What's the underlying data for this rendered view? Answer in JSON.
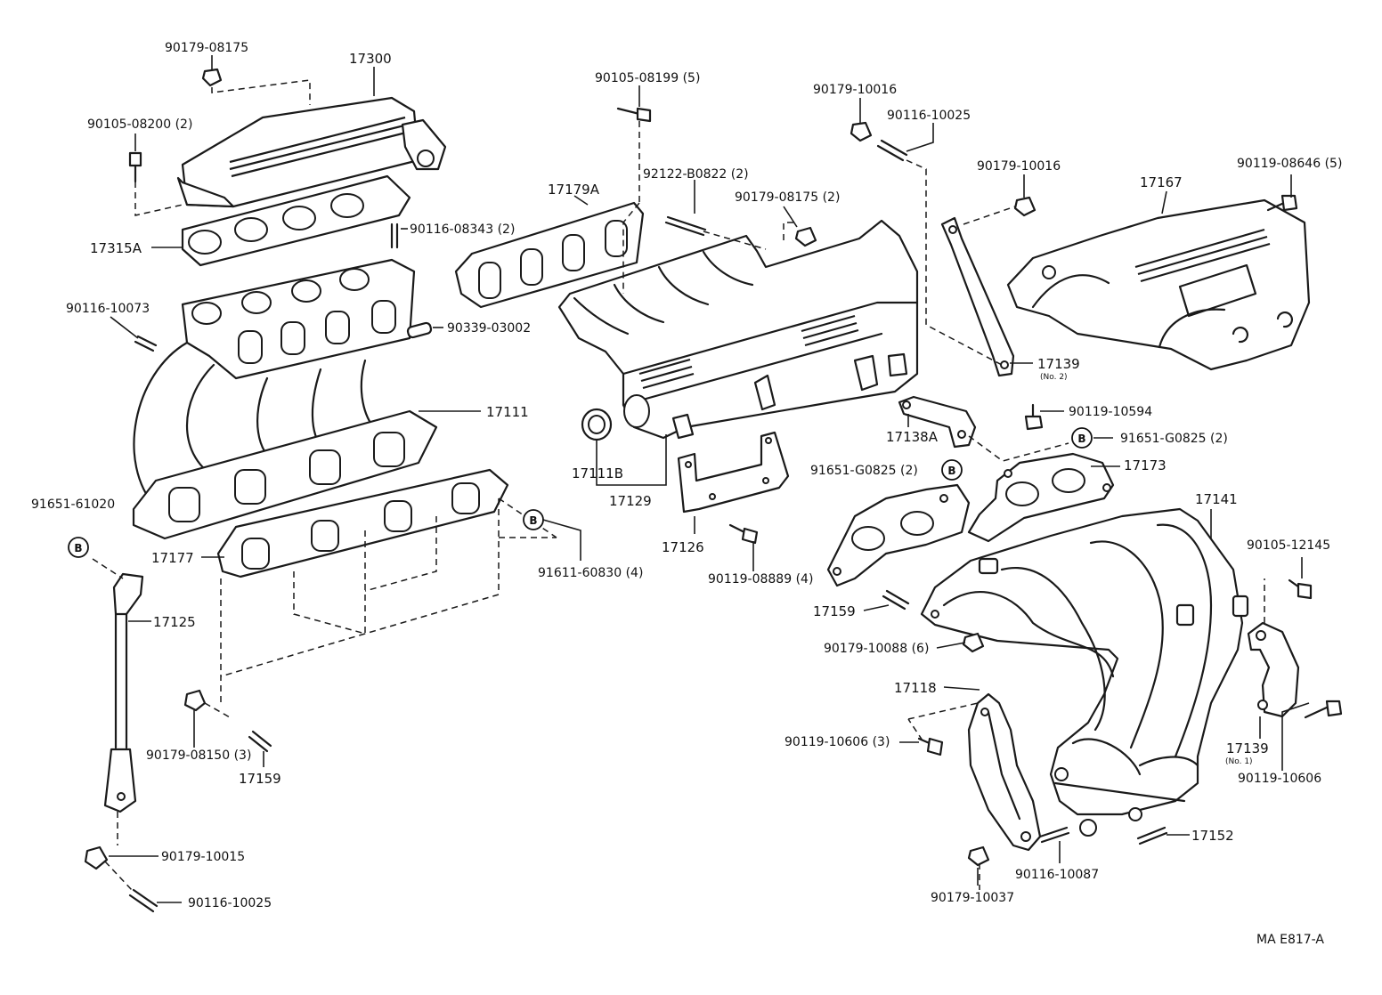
{
  "labels": {
    "p90179_08175_top": "90179-08175",
    "p17300": "17300",
    "p90105_08200": "90105-08200 (2)",
    "p17315A": "17315A",
    "p90116_08343": "90116-08343 (2)",
    "p90116_10073": "90116-10073",
    "p90339_03002": "90339-03002",
    "p17111": "17111",
    "p91651_61020": "91651-61020",
    "p17177": "17177",
    "p91611_60830": "91611-60830 (4)",
    "p17125": "17125",
    "p90179_08150": "90179-08150 (3)",
    "p17159_left": "17159",
    "p90179_10015": "90179-10015",
    "p90116_10025_bottom": "90116-10025",
    "p90105_08199": "90105-08199 (5)",
    "p17179A": "17179A",
    "p92122_B0822": "92122-B0822 (2)",
    "p90179_08175_mid": "90179-08175 (2)",
    "p17111B": "17111B",
    "p17129": "17129",
    "p17126": "17126",
    "p90119_08889": "90119-08889 (4)",
    "p90179_10016_top": "90179-10016",
    "p90116_10025_top": "90116-10025",
    "p90179_10016_right": "90179-10016",
    "p17167": "17167",
    "p90119_08646": "90119-08646 (5)",
    "p17139_no2": "17139",
    "p17139_no2_sub": "(No. 2)",
    "p90119_10594": "90119-10594",
    "p17138A": "17138A",
    "p91651_G0825_right": "91651-G0825 (2)",
    "p91651_G0825_left": "91651-G0825 (2)",
    "p17173": "17173",
    "p17141": "17141",
    "p90105_12145": "90105-12145",
    "p17159_right": "17159",
    "p90179_10088": "90179-10088 (6)",
    "p17118": "17118",
    "p90119_10606_left": "90119-10606 (3)",
    "p17139_no1": "17139",
    "p17139_no1_sub": "(No. 1)",
    "p90119_10606_right": "90119-10606",
    "p17152": "17152",
    "p90116_10087": "90116-10087",
    "p90179_10037": "90179-10037",
    "footer_code": "MA E817-A"
  },
  "callouts": {
    "b1": "B",
    "b2": "B",
    "b3": "B",
    "b4": "B"
  }
}
